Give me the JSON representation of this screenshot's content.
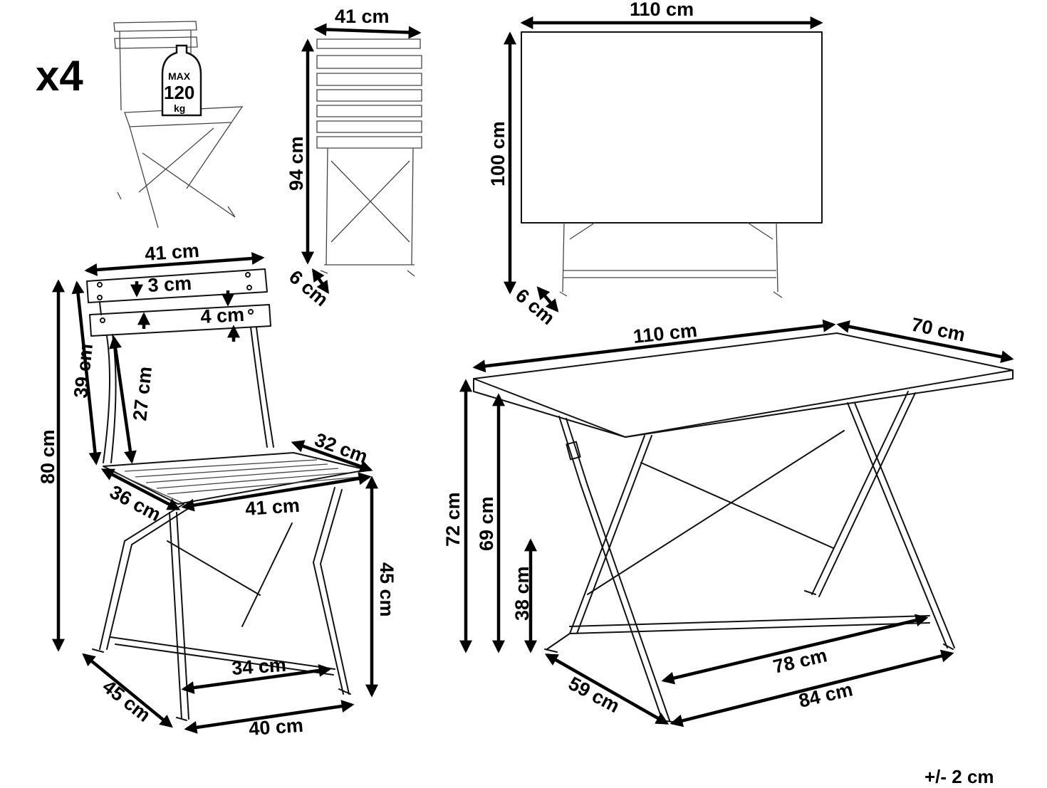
{
  "quantity": "x4",
  "weight_badge": {
    "line1": "MAX",
    "line2": "120",
    "line3": "kg"
  },
  "dimensions": {
    "chair_front_width": "41 cm",
    "chair_front_height": "94 cm",
    "chair_front_depth": "6 cm",
    "table_folded_width": "110 cm",
    "table_folded_height": "100 cm",
    "table_folded_depth": "6 cm",
    "chair_top_width": "41 cm",
    "chair_slat_gap": "3 cm",
    "chair_slat_height": "4 cm",
    "chair_back_height": "39 cm",
    "chair_back_inner": "27 cm",
    "chair_total_height": "80 cm",
    "chair_seat_depth": "32 cm",
    "chair_seat_side": "36 cm",
    "chair_seat_width": "41 cm",
    "chair_seat_height": "45 cm",
    "chair_base_inner": "34 cm",
    "chair_base_depth": "45 cm",
    "chair_base_width": "40 cm",
    "table_top_length": "110 cm",
    "table_top_width": "70 cm",
    "table_height": "72 cm",
    "table_leg_height": "69 cm",
    "table_rail_height": "38 cm",
    "table_base_inner": "78 cm",
    "table_base_depth": "59 cm",
    "table_base_length": "84 cm"
  },
  "tolerance": "+/- 2 cm"
}
